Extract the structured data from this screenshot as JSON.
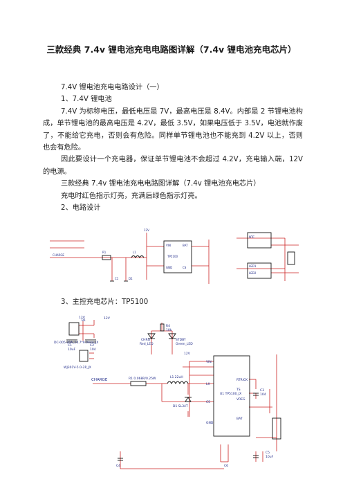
{
  "title": "三款经典 7.4v 锂电池充电电路图详解（7.4v 锂电池充电芯片）",
  "paragraphs": {
    "heading1": "7.4V 锂电池充电电路设计（一）",
    "heading2": "1、7.4V 锂电池",
    "para1": "7.4V 为标称电压，最低电压是 7V，最高电压是 8.4V。内部是 2 节锂电池构成，单节锂电池的最高电压是 4.2V，最低 3.5V，如果电压低于 3.5V，电池就作废了，不能给它充电，否则会有危险。同样单节锂电池也不能充到 4.2V 以上，否则也会有危险。",
    "para2": "因此要设计一个充电器，保证单节锂电池不会超过 4.2V，充电输入端，12V 的电源。",
    "para3": "三款经典 7.4v 锂电池充电电路图详解（7.4v 锂电池充电芯片）",
    "para4": "充电时红色指示灯亮，充满后绿色指示灯亮。",
    "heading3": "2、电路设计",
    "heading4": "3、主控充电芯片：TP5100"
  },
  "schematic1": {
    "labels": [
      "CHARGE",
      "12V",
      "VIN",
      "GND",
      "BAT",
      "CS",
      "NTC",
      "TP5100",
      "LED1",
      "LED2",
      "R1",
      "C1",
      "D1",
      "L1"
    ]
  },
  "schematic2": {
    "labels": {
      "b1": "B1",
      "v12a": "12V",
      "v12b": "12V",
      "v12c": "12V",
      "dc": "DC-005-20A_14.7*9.0mm_JX",
      "ws": "WJ301V-5.0-2P_JX",
      "c1": "C1",
      "c1v": "10uF",
      "c2": "C2",
      "c2v": "104",
      "r4": "R4",
      "r4v": "10k",
      "chrg": "CHRG",
      "red": "Red_LED",
      "stdby": "STDBY",
      "green": "Green_LED",
      "charge": "CHARGE",
      "r1": "R1 0.068R/0.25W",
      "l1": "L1 22uH",
      "d1": "D1 SL34T",
      "u1": "U1 TP5100_JX",
      "rtrick": "RTRICK",
      "ts": "TS",
      "vred": "VREG",
      "bat": "BAT",
      "c3": "C3",
      "c3v": "104",
      "c5": "C5",
      "c5v": "10uF",
      "c4": "C4",
      "c6": "C6",
      "vin": "VIN",
      "lx": "LX",
      "cs": "CS",
      "gnd": "GND"
    }
  },
  "colors": {
    "schematic_line": "#cc2020",
    "schematic_text": "#1f2a88",
    "component": "#111111"
  }
}
